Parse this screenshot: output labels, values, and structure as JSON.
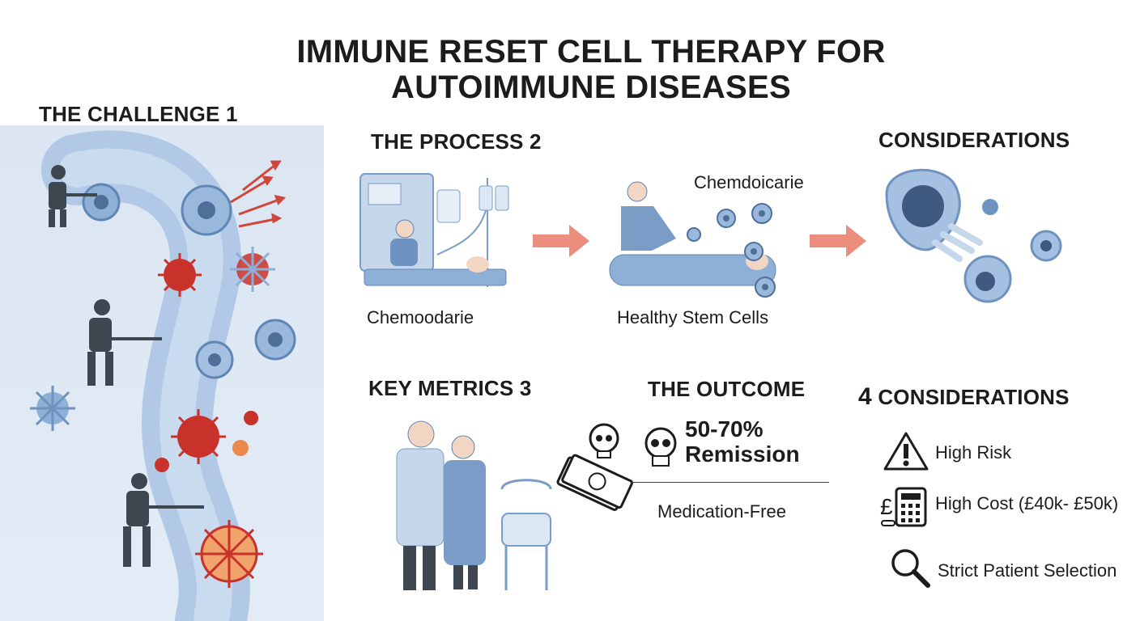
{
  "title_line1": "IMMUNE RESET CELL THERAPY FOR",
  "title_line2": "AUTOIMMUNE DISEASES",
  "challenge": {
    "heading": "THE CHALLENGE 1"
  },
  "process": {
    "heading": "THE PROCESS 2",
    "step1_label": "Chemoodarie",
    "step2_label": "Healthy Stem Cells",
    "step2_caption": "Chemdoicarie"
  },
  "considerations_top": {
    "heading": "CONSIDERATIONS"
  },
  "key_metrics": {
    "heading": "KEY METRICS 3"
  },
  "outcome": {
    "heading": "THE OUTCOME",
    "remission_line1": "50-70%",
    "remission_line2": "Remission",
    "medication_free": "Medication-Free"
  },
  "considerations_list": {
    "number": "4",
    "heading": "CONSIDERATIONS",
    "items": [
      {
        "icon": "warning-icon",
        "label": "High Risk"
      },
      {
        "icon": "calculator-icon",
        "label": "High Cost (£40k- £50k)"
      },
      {
        "icon": "magnifier-icon",
        "label": "Strict Patient Selection"
      }
    ]
  },
  "colors": {
    "panel_bg": "#dbe6f2",
    "cell_blue": "#8fb0d6",
    "virus_red": "#c8322b",
    "arrow_salmon": "#ec8e7e",
    "text": "#1c1c1c"
  }
}
